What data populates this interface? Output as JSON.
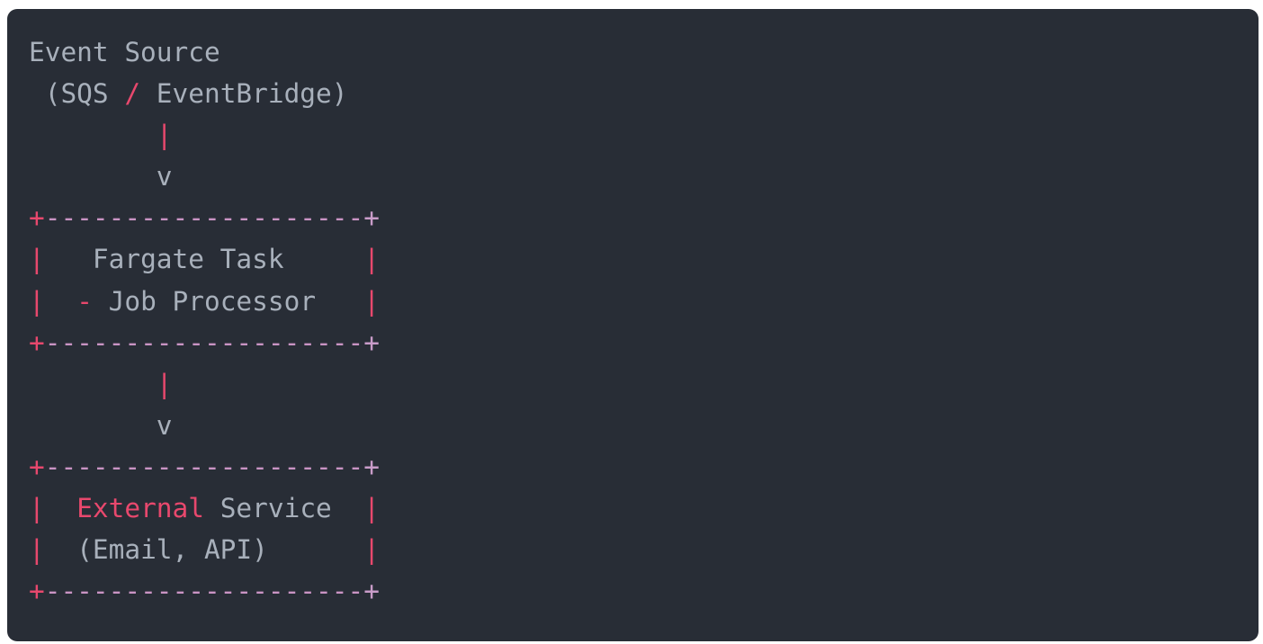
{
  "page": {
    "background": "#ffffff"
  },
  "code_block": {
    "background": "#282d36",
    "colors": {
      "text": "#a8b0bb",
      "pink": "#e8486d",
      "mauve": "#c994c4",
      "mauve_plus": "#c99cc9"
    },
    "diagram_nodes": [
      "Event Source (SQS / EventBridge)",
      "Fargate Task - Job Processor",
      "External Service (Email, API)"
    ],
    "lines": [
      [
        {
          "t": "Event Source",
          "c": "text"
        }
      ],
      [
        {
          "t": " (SQS ",
          "c": "text"
        },
        {
          "t": "/",
          "c": "pink"
        },
        {
          "t": " EventBridge)",
          "c": "text"
        }
      ],
      [
        {
          "t": "        ",
          "c": "text"
        },
        {
          "t": "|",
          "c": "pink"
        }
      ],
      [
        {
          "t": "        v",
          "c": "text"
        }
      ],
      [
        {
          "t": "+",
          "c": "pink"
        },
        {
          "t": "--------------------",
          "c": "mauve"
        },
        {
          "t": "+",
          "c": "mauve_plus"
        }
      ],
      [
        {
          "t": "|",
          "c": "pink"
        },
        {
          "t": "   Fargate Task     ",
          "c": "text"
        },
        {
          "t": "|",
          "c": "pink"
        }
      ],
      [
        {
          "t": "|",
          "c": "pink"
        },
        {
          "t": "  ",
          "c": "text"
        },
        {
          "t": "-",
          "c": "pink"
        },
        {
          "t": " Job Processor   ",
          "c": "text"
        },
        {
          "t": "|",
          "c": "pink"
        }
      ],
      [
        {
          "t": "+",
          "c": "pink"
        },
        {
          "t": "--------------------",
          "c": "mauve"
        },
        {
          "t": "+",
          "c": "mauve_plus"
        }
      ],
      [
        {
          "t": "        ",
          "c": "text"
        },
        {
          "t": "|",
          "c": "pink"
        }
      ],
      [
        {
          "t": "        v",
          "c": "text"
        }
      ],
      [
        {
          "t": "+",
          "c": "pink"
        },
        {
          "t": "--------------------",
          "c": "mauve"
        },
        {
          "t": "+",
          "c": "mauve_plus"
        }
      ],
      [
        {
          "t": "|",
          "c": "pink"
        },
        {
          "t": "  ",
          "c": "text"
        },
        {
          "t": "External",
          "c": "pink"
        },
        {
          "t": " Service  ",
          "c": "text"
        },
        {
          "t": "|",
          "c": "pink"
        }
      ],
      [
        {
          "t": "|",
          "c": "pink"
        },
        {
          "t": "  (Email, API)      ",
          "c": "text"
        },
        {
          "t": "|",
          "c": "pink"
        }
      ],
      [
        {
          "t": "+",
          "c": "pink"
        },
        {
          "t": "--------------------",
          "c": "mauve"
        },
        {
          "t": "+",
          "c": "mauve_plus"
        }
      ]
    ]
  }
}
